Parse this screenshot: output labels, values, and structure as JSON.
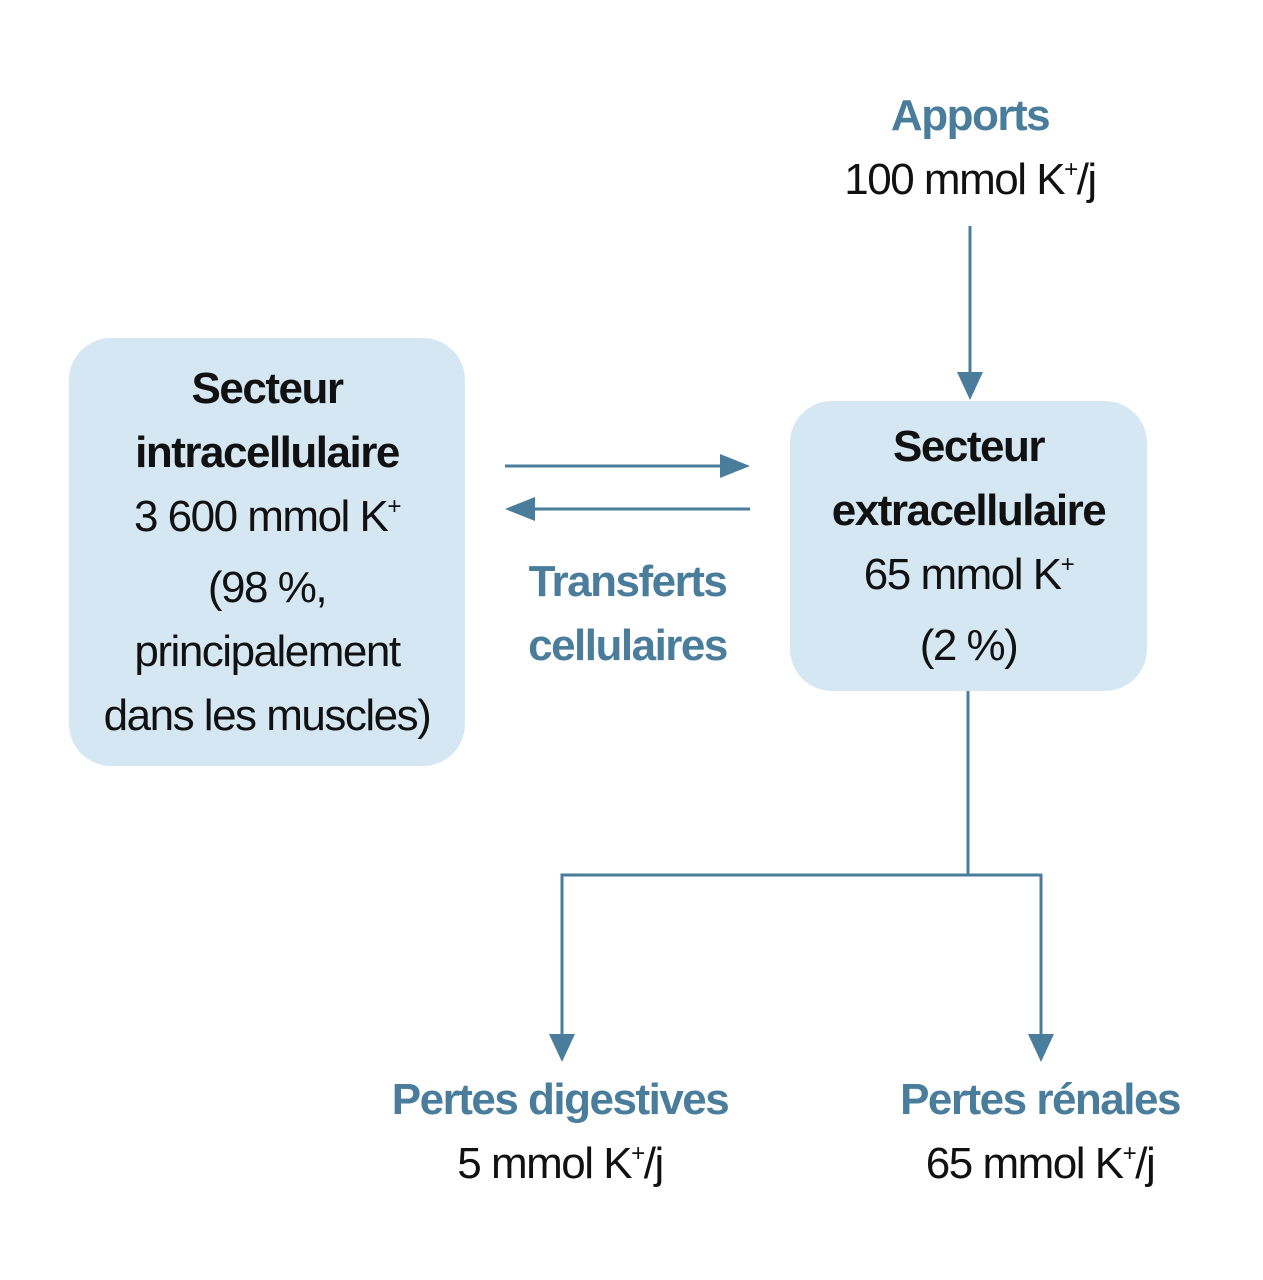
{
  "colors": {
    "accent": "#4a7d9c",
    "box_fill": "#d6e7f4",
    "text": "#111111"
  },
  "apports": {
    "title": "Apports",
    "value": "100 mmol K",
    "sup": "+",
    "unit": "/j"
  },
  "intracellular": {
    "line1": "Secteur",
    "line2": "intracellulaire",
    "amount": "3 600 mmol K",
    "amount_sup": "+",
    "line4": "(98 %,",
    "line5": "principalement",
    "line6": "dans les muscles)"
  },
  "extracellular": {
    "line1": "Secteur",
    "line2": "extracellulaire",
    "amount": "65 mmol K",
    "amount_sup": "+",
    "line4": "(2 %)"
  },
  "transfers": {
    "line1": "Transferts",
    "line2": "cellulaires"
  },
  "losses": {
    "digestive": {
      "title": "Pertes digestives",
      "value": "5 mmol K",
      "sup": "+",
      "unit": "/j"
    },
    "renal": {
      "title": "Pertes rénales",
      "value": "65 mmol K",
      "sup": "+",
      "unit": "/j"
    }
  }
}
